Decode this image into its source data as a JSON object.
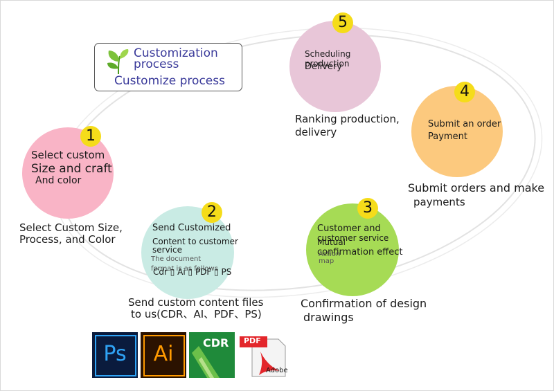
{
  "title": {
    "main": "Customization process",
    "sub": "Customize process"
  },
  "steps": [
    {
      "number": "1",
      "lines": [
        "Select custom",
        "Size and craft",
        "And color"
      ],
      "caption": [
        "Select Custom Size,",
        "Process, and Color"
      ],
      "color": "#f9b4c6"
    },
    {
      "number": "2",
      "lines": [
        "Send Customized",
        "Content to customer",
        "service",
        "The document",
        "format is as follows",
        "Cdr ▯ Ai ▯ PDF ▯ PS"
      ],
      "caption": [
        "Send custom content files",
        "to us(CDR、AI、PDF、PS)"
      ],
      "color": "#c9ebe4"
    },
    {
      "number": "3",
      "lines": [
        "Customer and",
        "customer service",
        "Mutual",
        "confirmation effect",
        "Action",
        "map"
      ],
      "caption": [
        "Confirmation of design",
        "drawings"
      ],
      "color": "#a6db55"
    },
    {
      "number": "4",
      "lines": [
        "Submit an order",
        "Payment"
      ],
      "caption": [
        "Submit orders and make",
        "payments"
      ],
      "color": "#fcc97e"
    },
    {
      "number": "5",
      "lines": [
        "Scheduling",
        "production",
        "Delivery"
      ],
      "caption": [
        "Ranking production,",
        "delivery"
      ],
      "color": "#e8c6d8"
    }
  ],
  "logos": [
    {
      "name": "Ps",
      "color": "#2fa3f5"
    },
    {
      "name": "Ai",
      "color": "#ff9a00"
    },
    {
      "name": "CDR",
      "color": "#ffffff"
    },
    {
      "name": "PDF",
      "sub": "Adobe",
      "color": "#e3262b"
    }
  ],
  "colors": {
    "badge": "#f5dc1a",
    "title_text": "#3a3a9a",
    "ring": "#dcdcdc"
  }
}
